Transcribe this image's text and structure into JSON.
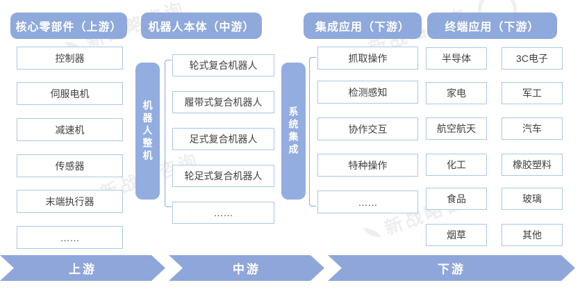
{
  "watermark": {
    "text": "新战略咨询"
  },
  "columns": [
    {
      "header": "核心零部件（上游）",
      "items": [
        "控制器",
        "伺服电机",
        "减速机",
        "传感器",
        "末端执行器",
        "……"
      ]
    },
    {
      "header": "机器人本体（中游）",
      "bar": "机器人整机",
      "items": [
        "轮式复合机器人",
        "履带式复合机器人",
        "足式复合机器人",
        "轮足式复合机器人",
        "……"
      ]
    },
    {
      "header": "集成应用（下游）",
      "bar": "系统集成",
      "items": [
        "抓取操作",
        "检测感知",
        "协作交互",
        "特种操作",
        "……"
      ]
    },
    {
      "header": "终端应用（下游）",
      "rows": [
        [
          "半导体",
          "3C电子"
        ],
        [
          "家电",
          "军工"
        ],
        [
          "航空航天",
          "汽车"
        ],
        [
          "化工",
          "橡胶塑料"
        ],
        [
          "食品",
          "玻璃"
        ],
        [
          "烟草",
          "其他"
        ]
      ]
    }
  ],
  "flow": {
    "stages": [
      "上游",
      "中游",
      "下游"
    ]
  },
  "colors": {
    "header_bg": "#8FA9DC",
    "side_bar_bg": "#93ADE0",
    "box_border": "#A9C6E8",
    "box_text": "#3F3F3F",
    "arrow_bg": "#8FA6DB",
    "bracket_line": "#8FA9DC"
  }
}
